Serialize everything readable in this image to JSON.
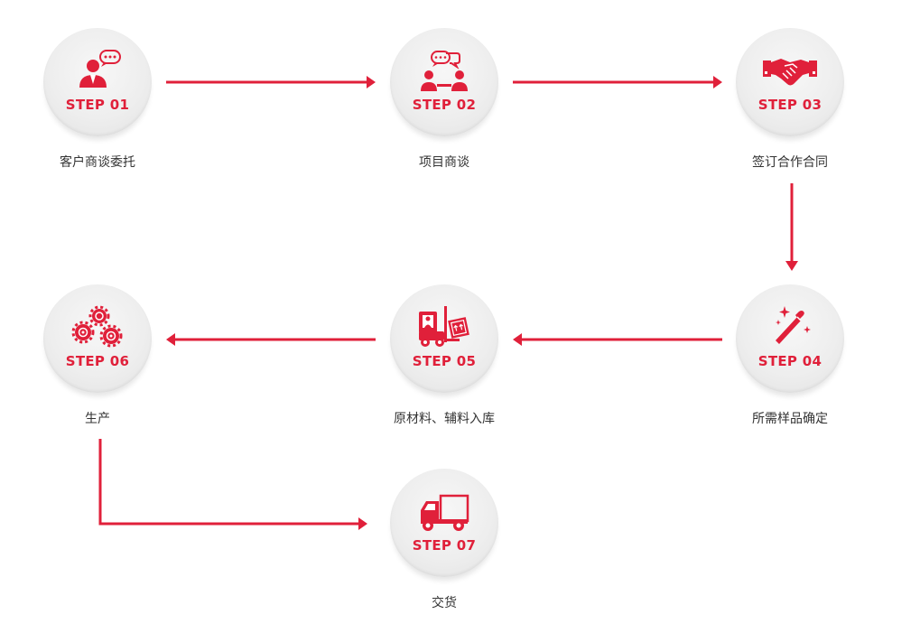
{
  "accent_color": "#e0203a",
  "steps": [
    {
      "label": "STEP 01",
      "caption": "客户商谈委托",
      "icon": "client-consult-icon"
    },
    {
      "label": "STEP 02",
      "caption": "项目商谈",
      "icon": "meeting-icon"
    },
    {
      "label": "STEP 03",
      "caption": "签订合作合同",
      "icon": "handshake-icon"
    },
    {
      "label": "STEP 04",
      "caption": "所需样品确定",
      "icon": "magic-wand-icon"
    },
    {
      "label": "STEP 05",
      "caption": "原材料、辅料入库",
      "icon": "forklift-icon"
    },
    {
      "label": "STEP 06",
      "caption": "生产",
      "icon": "gears-icon"
    },
    {
      "label": "STEP 07",
      "caption": "交货",
      "icon": "delivery-truck-icon"
    }
  ]
}
